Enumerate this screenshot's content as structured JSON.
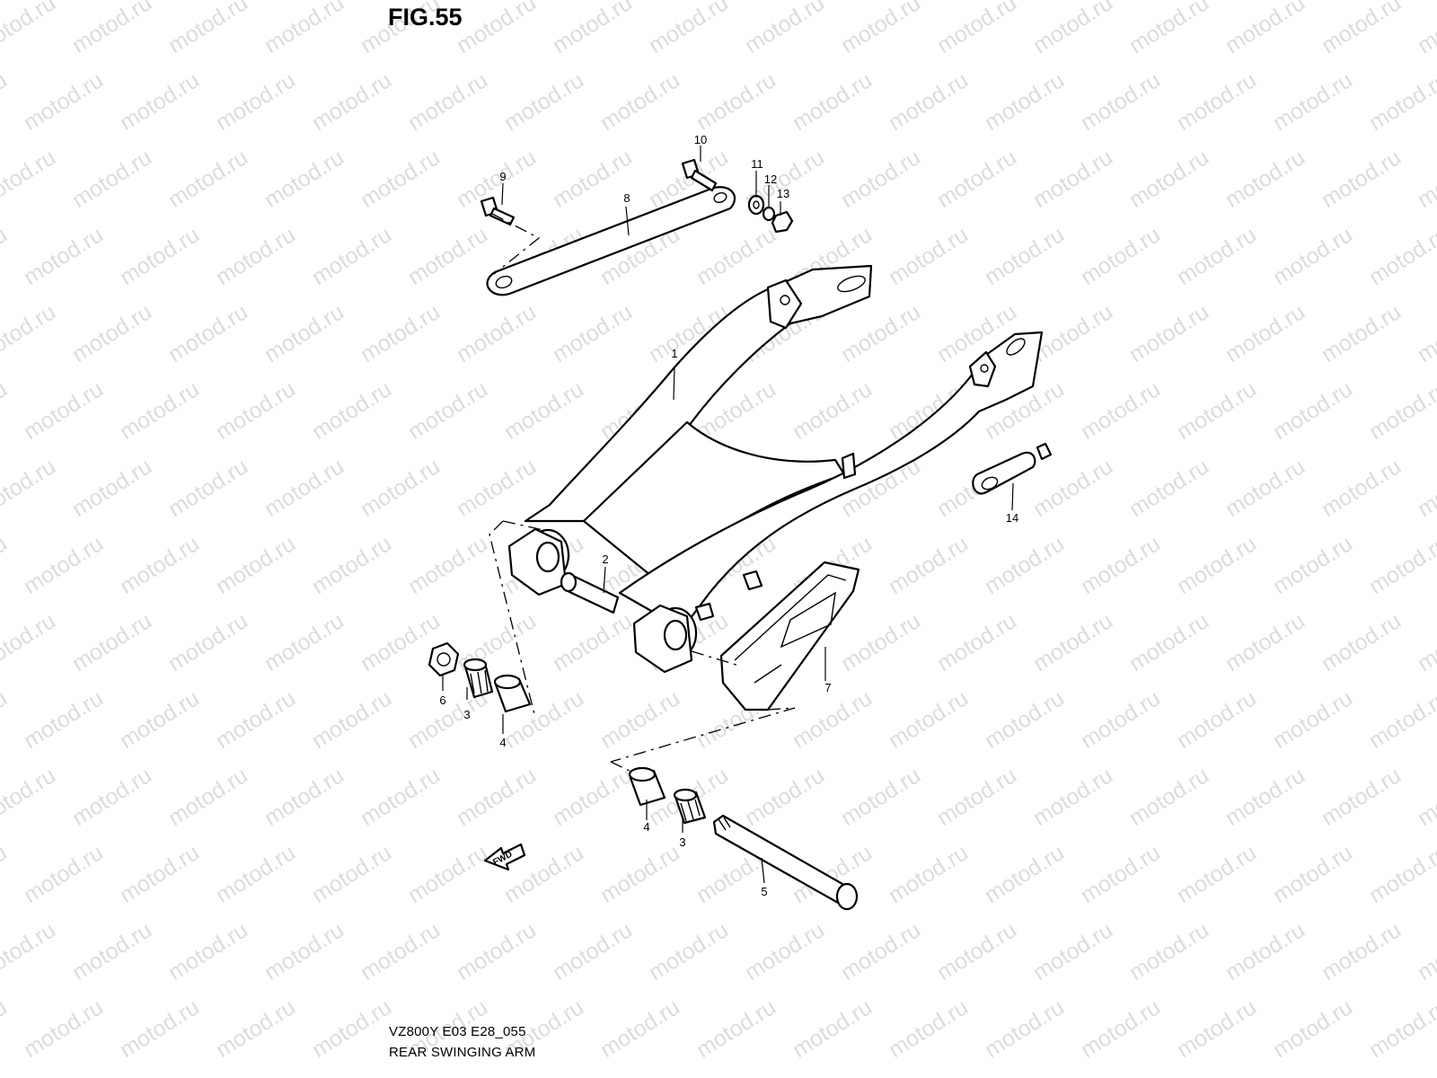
{
  "figure": {
    "title": "FIG.55",
    "code": "VZ800Y E03 E28_055",
    "caption": "REAR SWINGING ARM"
  },
  "watermark": "motod.ru",
  "fwd_label": "FWD",
  "callouts": {
    "c1": "1",
    "c2": "2",
    "c3a": "3",
    "c3b": "3",
    "c4a": "4",
    "c4b": "4",
    "c5": "5",
    "c6": "6",
    "c7": "7",
    "c8": "8",
    "c9": "9",
    "c10": "10",
    "c11": "11",
    "c12": "12",
    "c13": "13",
    "c14": "14"
  }
}
